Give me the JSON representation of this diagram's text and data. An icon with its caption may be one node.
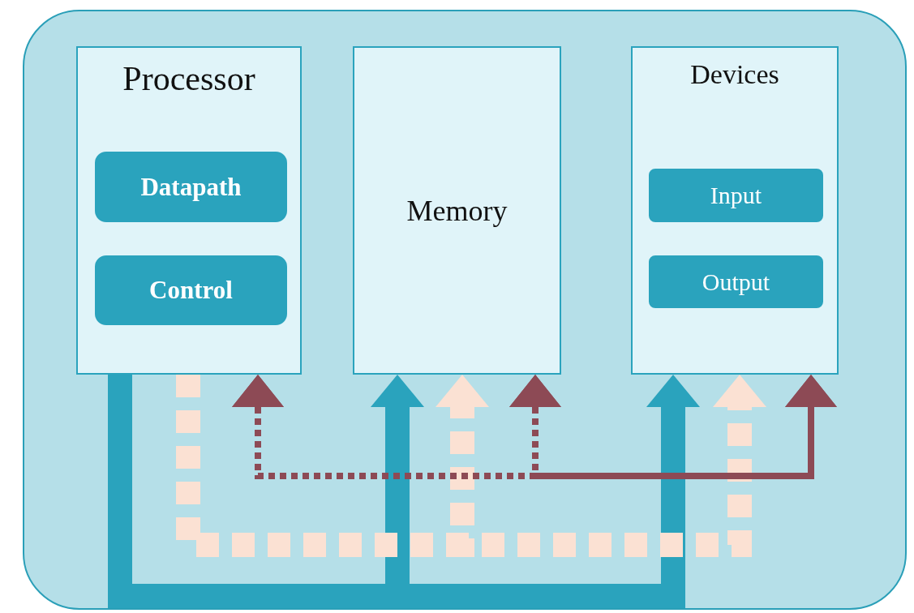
{
  "diagram": {
    "nodes": [
      {
        "text": [],
        "shape": "box"
      },
      {
        "text": [
          "Processor"
        ],
        "in": 0
      },
      {
        "text": [
          "Datapath"
        ],
        "in": 1
      },
      {
        "text": [
          "Control"
        ],
        "in": 1
      },
      {
        "text": [
          "Memory"
        ],
        "in": 0
      },
      {
        "text": [
          "Devices"
        ],
        "in": 0
      },
      {
        "text": [
          "Input"
        ],
        "in": 5
      },
      {
        "text": [
          "Output"
        ],
        "in": 5
      }
    ],
    "edges": [
      {
        "from": 1,
        "to": 4,
        "arrow": "to",
        "color": "#2aa3bd"
      },
      {
        "from": 1,
        "to": 5,
        "arrow": "to",
        "color": "#2aa3bd"
      },
      {
        "from": 1,
        "to": 4,
        "arrow": "to",
        "style": "dashed",
        "color": "#fbe1d3"
      },
      {
        "from": 1,
        "to": 5,
        "arrow": "to",
        "style": "dashed",
        "color": "#fbe1d3"
      },
      {
        "from": 1,
        "to": 4,
        "arrow": "both",
        "style": "dashed",
        "color": "#8d4a55"
      },
      {
        "from": 1,
        "to": 5,
        "arrow": "both",
        "style": "dashed",
        "color": "#8d4a55"
      },
      {
        "from": 4,
        "to": 5,
        "arrow": "both",
        "style": "dashed",
        "color": "#8d4a55"
      }
    ]
  }
}
